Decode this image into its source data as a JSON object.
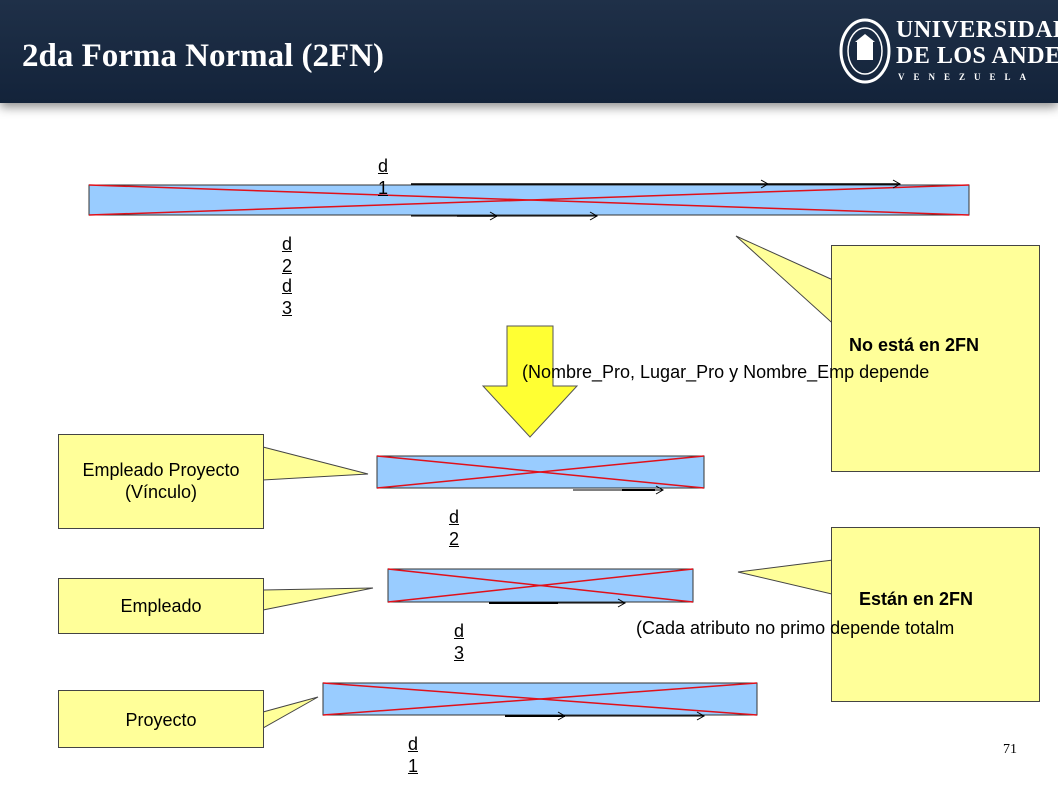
{
  "slide": {
    "title": "2da Forma Normal (2FN)",
    "page_number": "71"
  },
  "logo": {
    "line1": "UNIVERSIDAD",
    "line2": "DE LOS ANDES",
    "line3": "VENEZUELA"
  },
  "dependency_labels": {
    "top_d1": [
      "d",
      "1"
    ],
    "top_d2": [
      "d",
      "2"
    ],
    "top_d3": [
      "d",
      "3"
    ],
    "emp_proy_d2": [
      "d",
      "2"
    ],
    "empleado_d3": [
      "d",
      "3"
    ],
    "proyecto_d1": [
      "d",
      "1"
    ]
  },
  "entities": {
    "empleado_proyecto": [
      "Empleado Proyecto",
      "(Vínculo)"
    ],
    "empleado": "Empleado",
    "proyecto": "Proyecto"
  },
  "callouts": {
    "not_2fn": {
      "title": "No está en 2FN",
      "text": "(Nombre_Pro, Lugar_Pro y Nombre_Emp depende"
    },
    "in_2fn": {
      "title": "Están en 2FN",
      "text": "(Cada atributo no primo depende totalm"
    }
  },
  "colors": {
    "header": "#1b2b42",
    "relation_fill": "#99ccff",
    "cross_red": "#e0101a",
    "callout_yellow": "#ffff99",
    "arrow_yellow": "#ffff33"
  }
}
